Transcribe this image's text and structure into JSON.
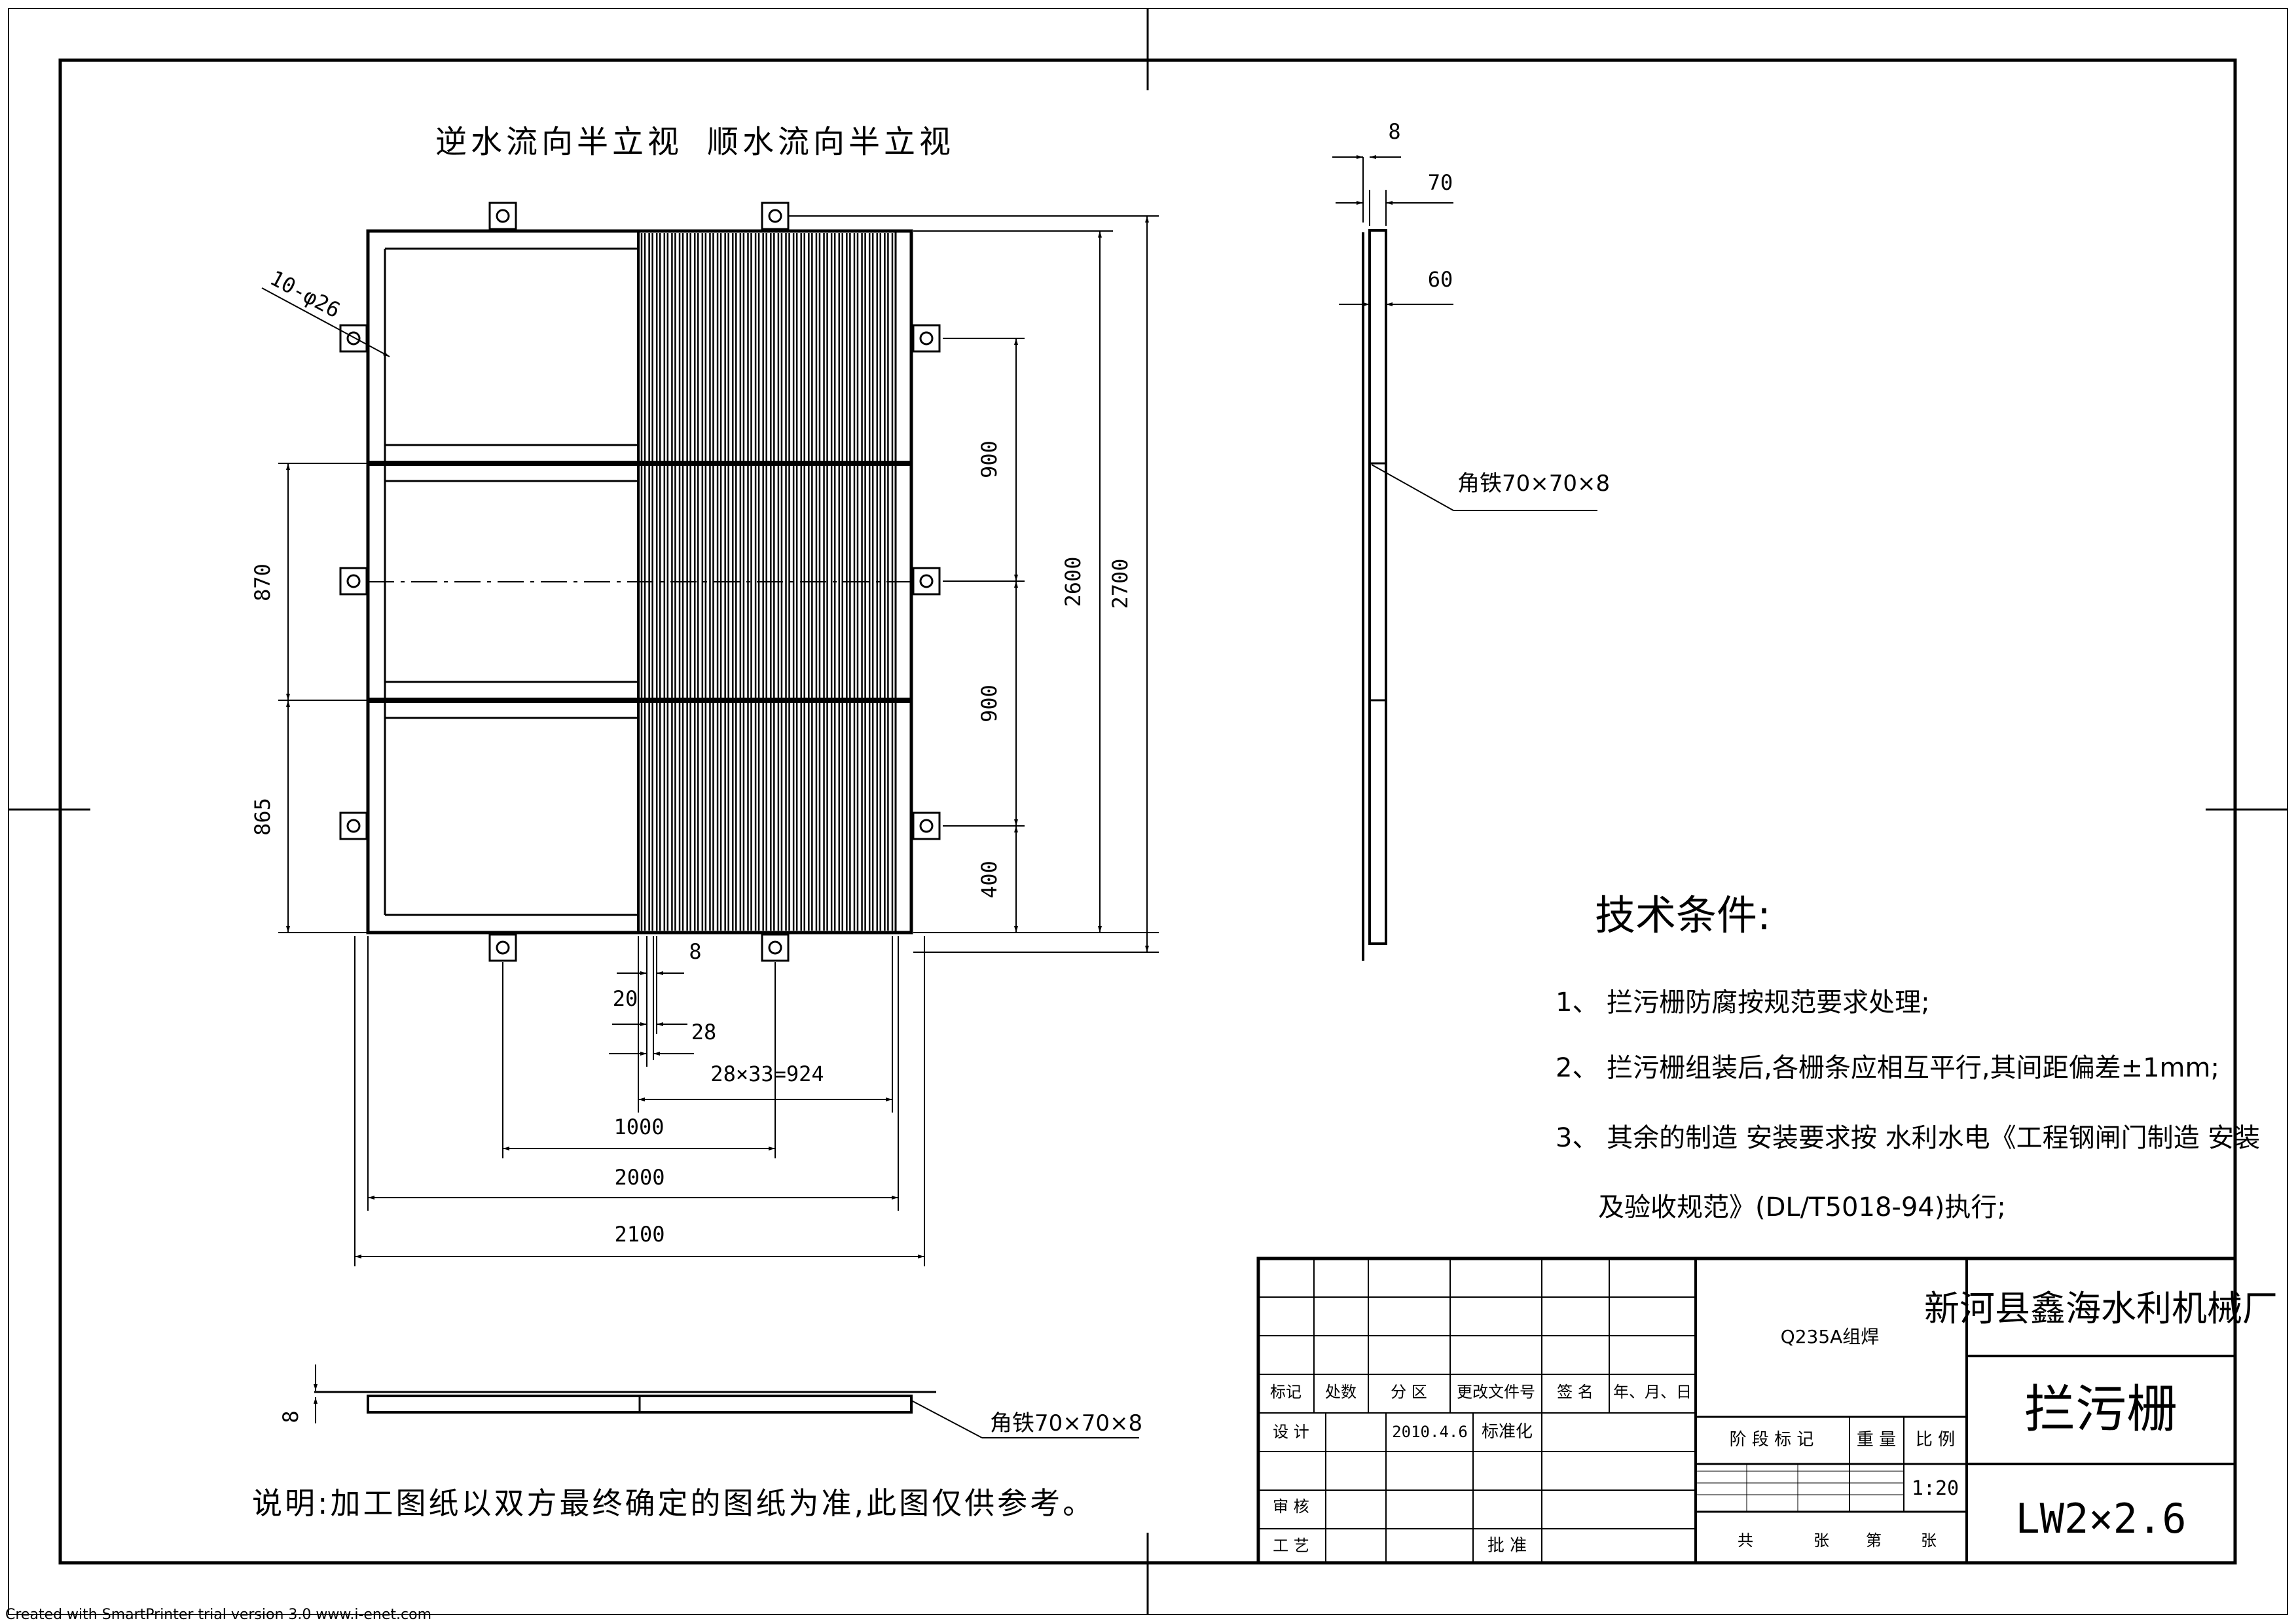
{
  "views": {
    "upstream": "逆水流向半立视",
    "downstream": "顺水流向半立视"
  },
  "dimensions": {
    "holes": "10-φ26",
    "h870": "870",
    "h865": "865",
    "v900a": "900",
    "v900b": "900",
    "v400": "400",
    "v2600": "2600",
    "v2700": "2700",
    "b8": "8",
    "b20": "20",
    "b28": "28",
    "b924": "28×33=924",
    "b1000": "1000",
    "b2000": "2000",
    "b2100": "2100",
    "s8": "8",
    "s70": "70",
    "s60": "60",
    "bottom8": "8"
  },
  "callouts": {
    "side_angle": "角铁70×70×8",
    "bottom_angle": "角铁70×70×8"
  },
  "notes": {
    "heading": "技术条件:",
    "item1": "1、 拦污栅防腐按规范要求处理;",
    "item2": "2、 拦污栅组装后,各栅条应相互平行,其间距偏差±1mm;",
    "item3a": "3、 其余的制造 安装要求按 水利水电《工程钢闸门制造 安装",
    "item3b": "及验收规范》(DL/T5018-94)执行;"
  },
  "remark": "说明:加工图纸以双方最终确定的图纸为准,此图仅供参考。",
  "title_block": {
    "company": "新河县鑫海水利机械厂",
    "drawing_name": "拦污栅",
    "model": "LW2×2.6",
    "material": "Q235A组焊",
    "rev_headers": [
      "标记",
      "处数",
      "分 区",
      "更改文件号",
      "签 名",
      "年、月、日"
    ],
    "design_label": "设 计",
    "design_date": "2010.4.6",
    "standard_label": "标准化",
    "review_label": "审 核",
    "process_label": "工 艺",
    "approve_label": "批 准",
    "stage_label": "阶 段 标 记",
    "weight_label": "重 量",
    "scale_label": "比 例",
    "scale_value": "1:20",
    "sheets_total": "共",
    "sheet_unit": "张",
    "sheet_no": "第",
    "sheet_unit2": "张"
  },
  "footer": "Created with SmartPrinter trial version 3.0  www.i-enet.com"
}
